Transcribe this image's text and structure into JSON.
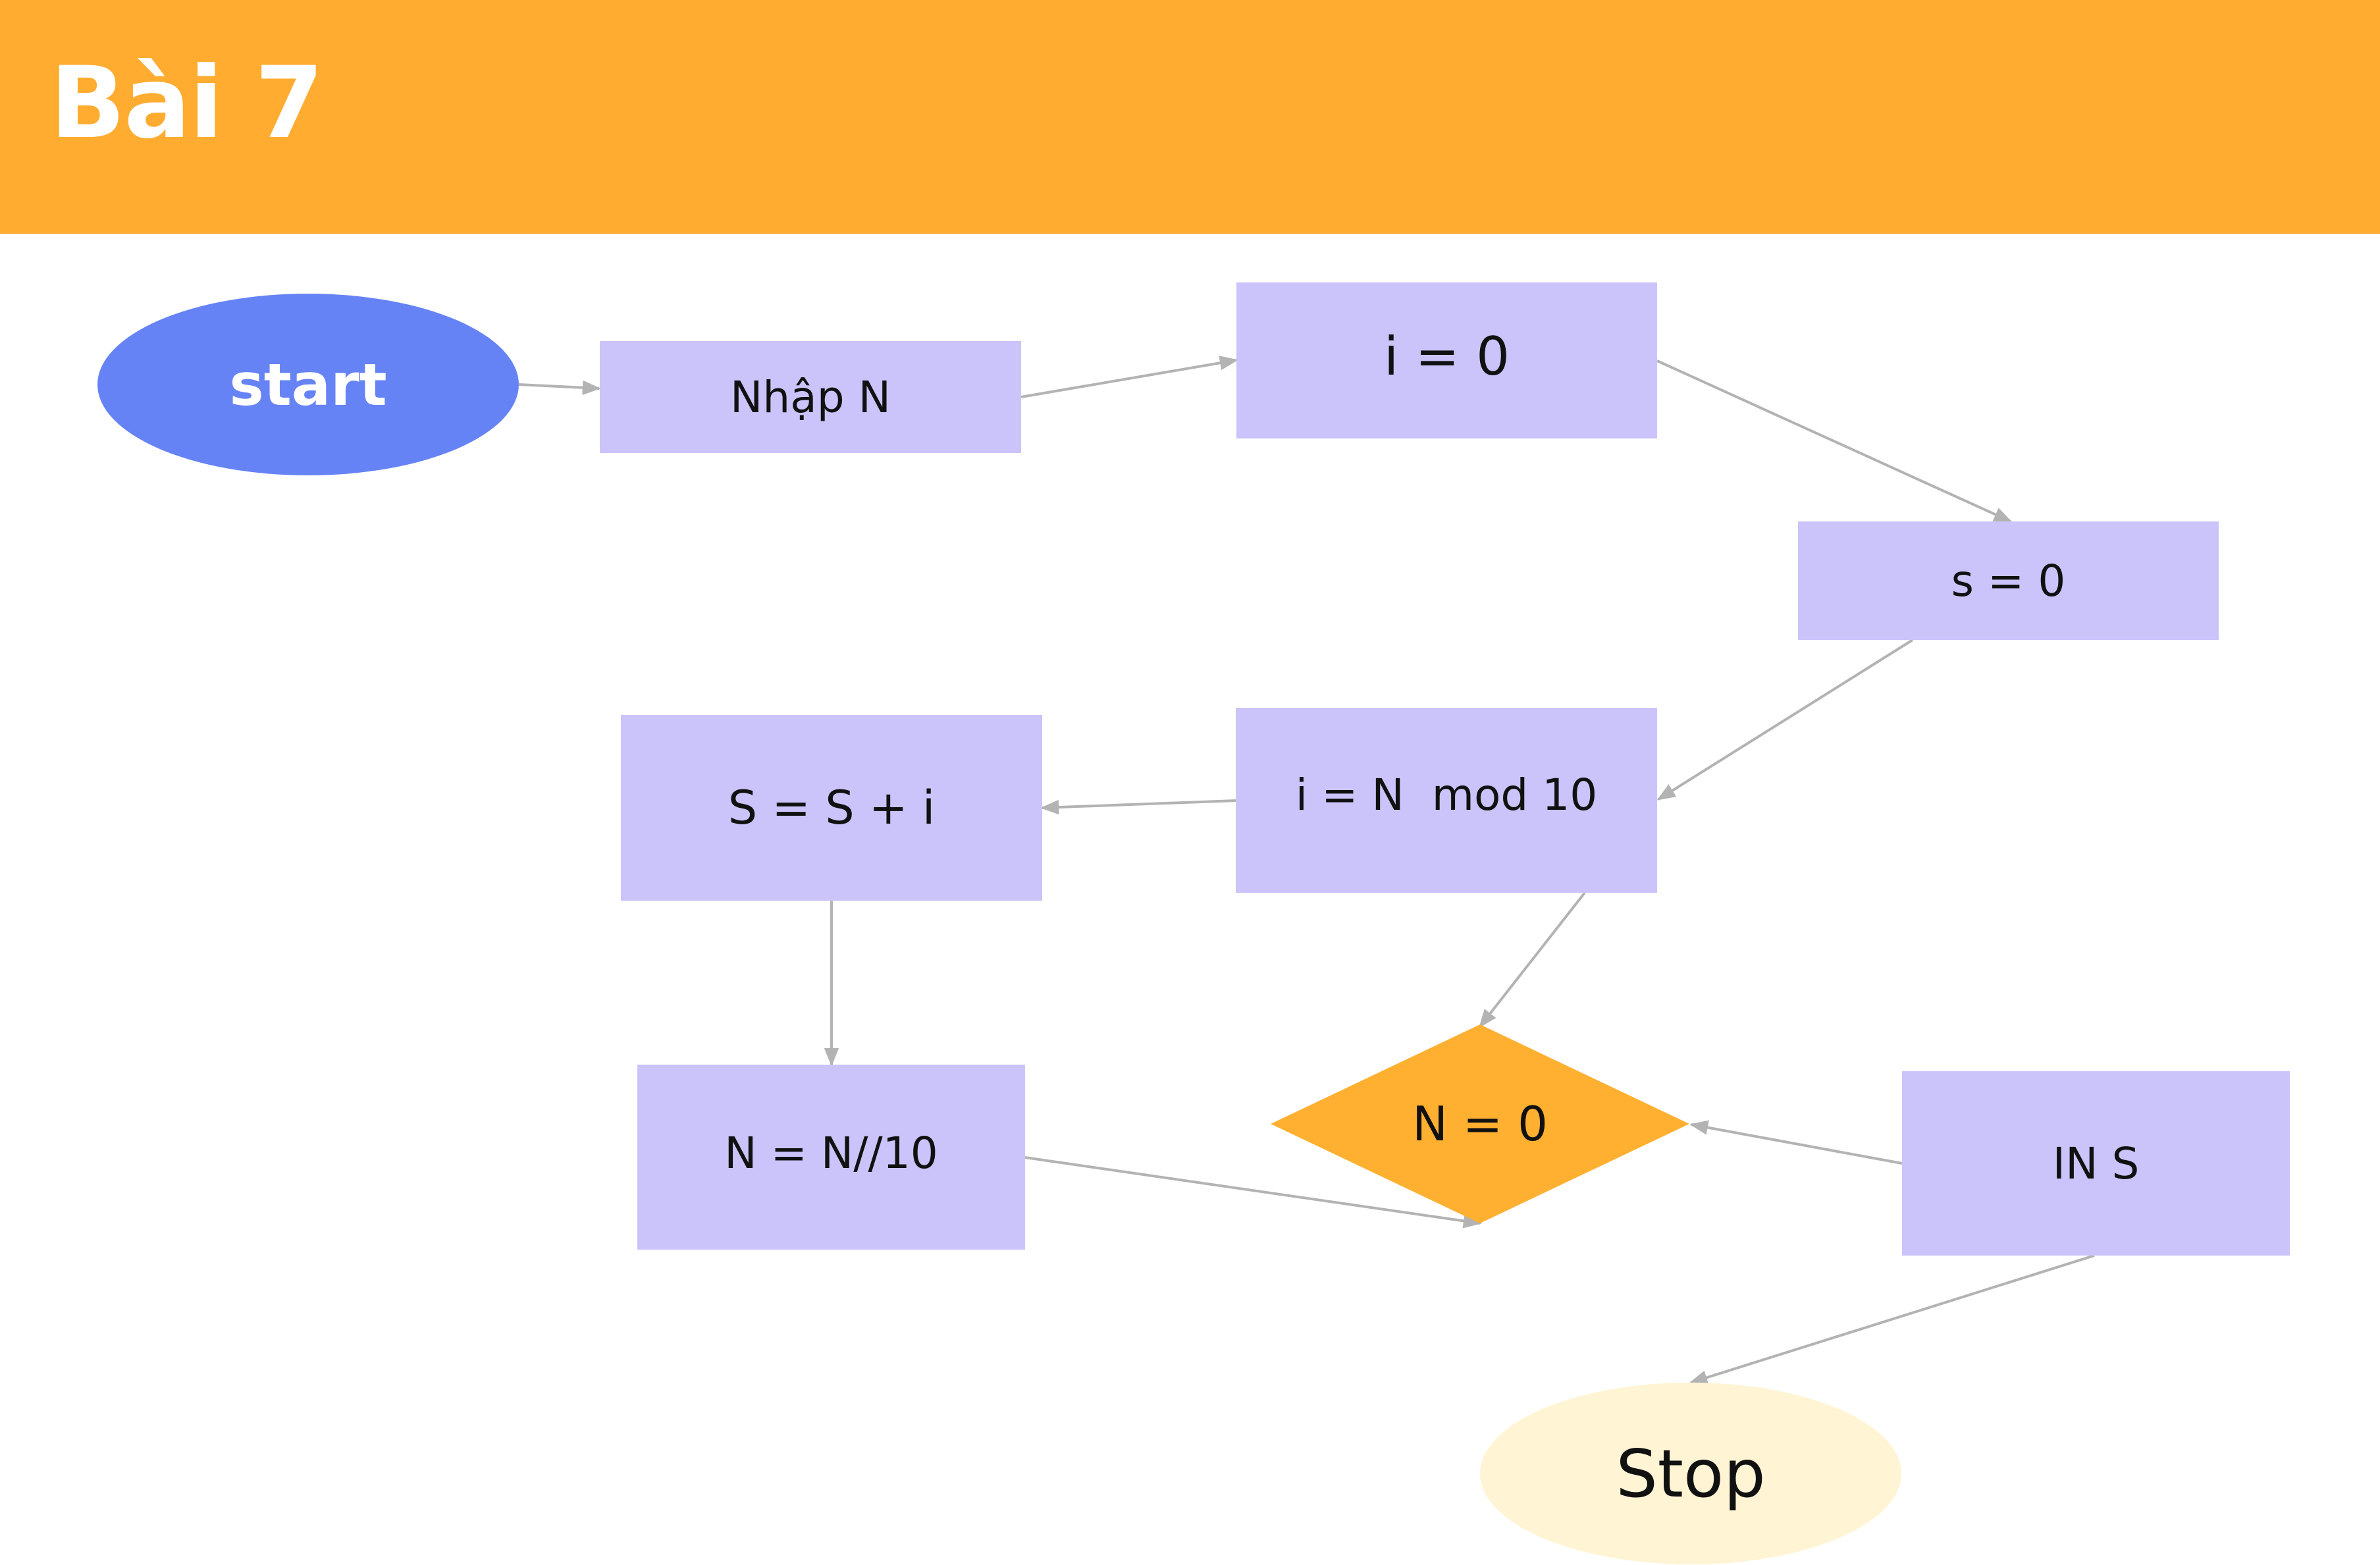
{
  "header": {
    "title": "Bài 7"
  },
  "flowchart": {
    "nodes": {
      "start": "start",
      "input_n": "Nhập N",
      "init_i": "i = 0",
      "init_s": "s = 0",
      "digit": "i = N  mod 10",
      "accumulate": "S = S + i",
      "divide": "N = N//10",
      "condition": "N = 0",
      "print": "IN S",
      "stop": "Stop"
    },
    "edges": [
      {
        "from": "start",
        "to": "input_n"
      },
      {
        "from": "input_n",
        "to": "init_i"
      },
      {
        "from": "init_i",
        "to": "init_s"
      },
      {
        "from": "init_s",
        "to": "digit"
      },
      {
        "from": "digit",
        "to": "accumulate"
      },
      {
        "from": "accumulate",
        "to": "divide"
      },
      {
        "from": "digit",
        "to": "condition"
      },
      {
        "from": "divide",
        "to": "condition"
      },
      {
        "from": "print",
        "to": "condition"
      },
      {
        "from": "print",
        "to": "stop"
      }
    ]
  },
  "colors": {
    "header": "#ffac30",
    "process": "#cbc4fa",
    "start": "#6683f5",
    "stop": "#fff4d4",
    "decision": "#ffb031",
    "connector": "#b3b3b3"
  }
}
